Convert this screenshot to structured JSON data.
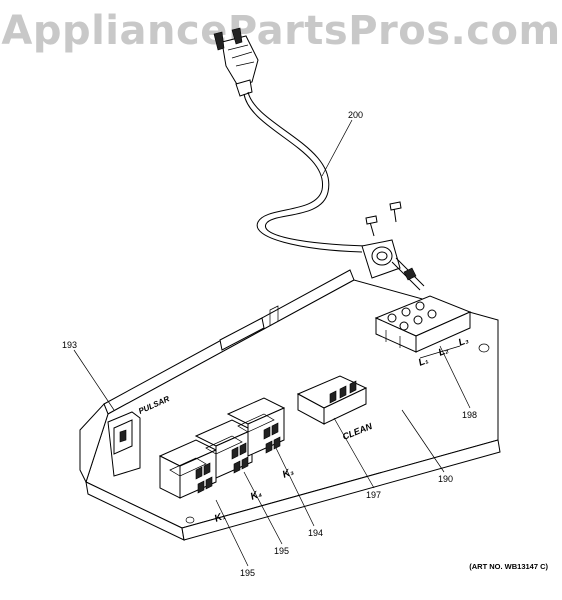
{
  "watermark": "AppliancePartsPros.com",
  "art_number": "(ART NO. WB13147 C)",
  "board_labels": {
    "pulsar": "PULSAR",
    "clean": "CLEAN",
    "k1": "K₁",
    "k4": "K₄",
    "k3": "K₃",
    "l1": "L₁",
    "l2": "L₂",
    "l3": "L₃"
  },
  "callouts": [
    {
      "id": "200",
      "label": "200"
    },
    {
      "id": "193",
      "label": "193"
    },
    {
      "id": "198",
      "label": "198"
    },
    {
      "id": "190",
      "label": "190"
    },
    {
      "id": "197",
      "label": "197"
    },
    {
      "id": "194",
      "label": "194"
    },
    {
      "id": "195a",
      "label": "195"
    },
    {
      "id": "195b",
      "label": "195"
    }
  ]
}
